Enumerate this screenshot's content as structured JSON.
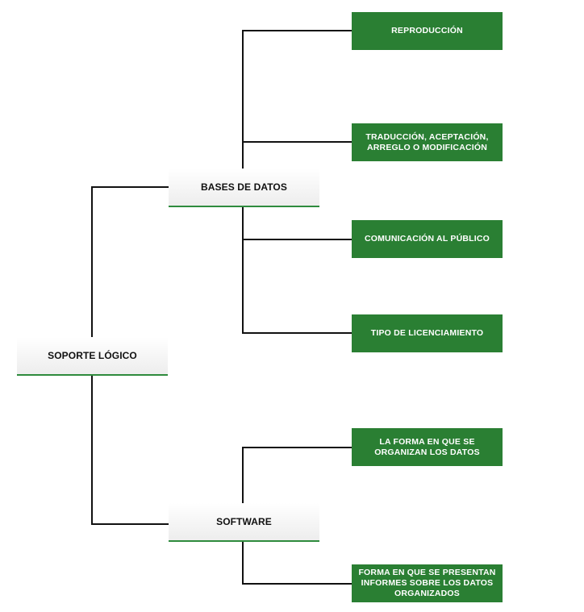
{
  "root": {
    "label": "SOPORTE LÓGICO"
  },
  "branches": [
    {
      "label": "BASES DE DATOS",
      "children": [
        "REPRODUCCIÓN",
        "TRADUCCIÓN, ACEPTACIÓN, ARREGLO O MODIFICACIÓN",
        "COMUNICACIÓN AL PÚBLICO",
        "TIPO DE LICENCIAMIENTO"
      ]
    },
    {
      "label": "SOFTWARE",
      "children": [
        "LA FORMA EN QUE SE ORGANIZAN LOS DATOS",
        "FORMA EN QUE SE PRESENTAN INFORMES SOBRE LOS DATOS ORGANIZADOS"
      ]
    }
  ],
  "colors": {
    "leaf_fill": "#2a7f33",
    "accent_underline": "#2e8b3d",
    "connector": "#111111"
  }
}
